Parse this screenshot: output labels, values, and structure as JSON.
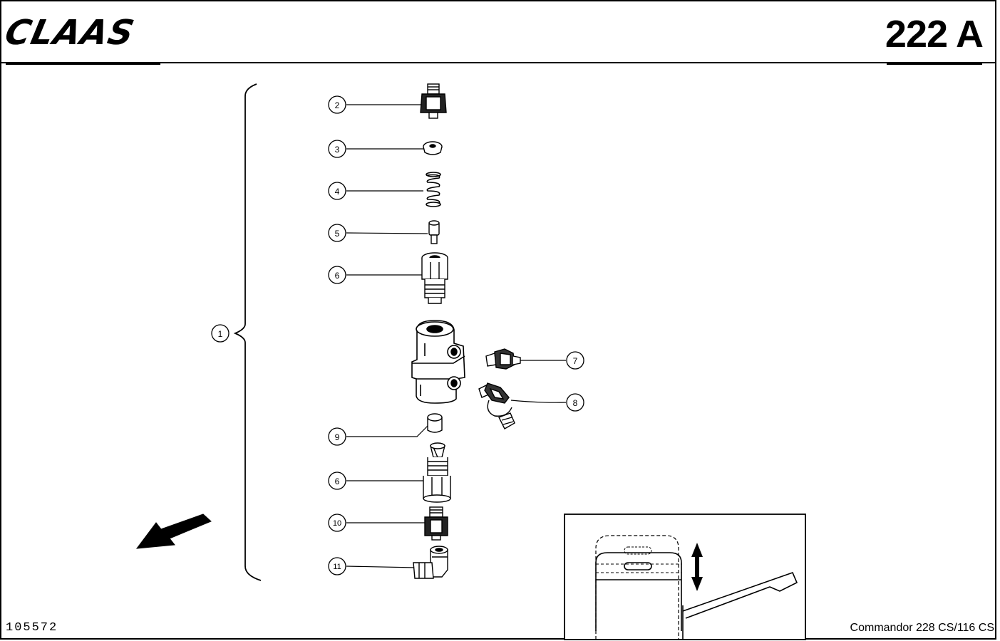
{
  "header": {
    "brand": "CLAAS",
    "page_number": "222 A"
  },
  "footer": {
    "doc_number": "105572",
    "model": "Commandor 228 CS/116 CS"
  },
  "callouts": [
    {
      "label": "1"
    },
    {
      "label": "2"
    },
    {
      "label": "3"
    },
    {
      "label": "4"
    },
    {
      "label": "5"
    },
    {
      "label": "6"
    },
    {
      "label": "6"
    },
    {
      "label": "7"
    },
    {
      "label": "8"
    },
    {
      "label": "9"
    },
    {
      "label": "10"
    },
    {
      "label": "11"
    }
  ]
}
